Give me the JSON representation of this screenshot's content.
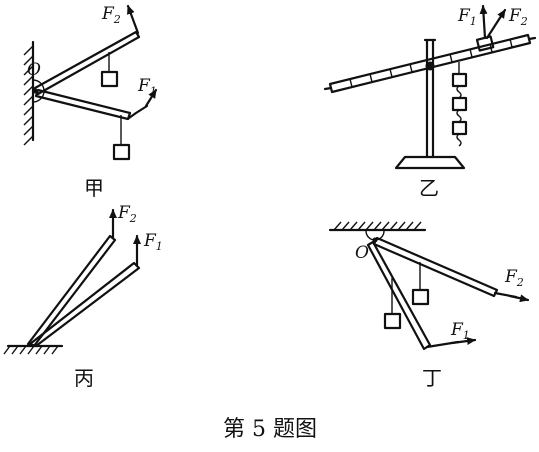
{
  "figure_title": "第 5 题图",
  "panels": {
    "jia": {
      "caption": "甲",
      "pivot_label": "O",
      "force_1": {
        "symbol": "F",
        "index": "1"
      },
      "force_2": {
        "symbol": "F",
        "index": "2"
      }
    },
    "yi": {
      "caption": "乙",
      "force_1": {
        "symbol": "F",
        "index": "1"
      },
      "force_2": {
        "symbol": "F",
        "index": "2"
      }
    },
    "bing": {
      "caption": "丙",
      "force_1": {
        "symbol": "F",
        "index": "1"
      },
      "force_2": {
        "symbol": "F",
        "index": "2"
      }
    },
    "ding": {
      "caption": "丁",
      "pivot_label": "O",
      "force_1": {
        "symbol": "F",
        "index": "1"
      },
      "force_2": {
        "symbol": "F",
        "index": "2"
      }
    }
  }
}
